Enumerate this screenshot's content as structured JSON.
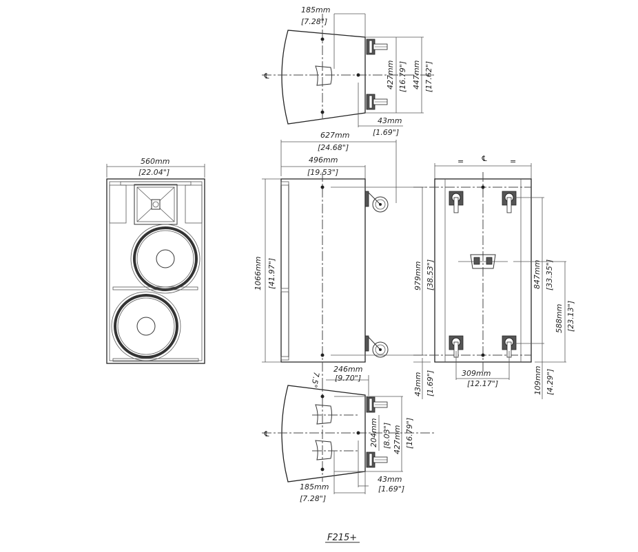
{
  "drawing": {
    "model": "F215+",
    "centerline_symbol": "℄",
    "equal_mark": "="
  },
  "top_view": {
    "depth_offset_mm": "185mm",
    "depth_offset_in": "[7.28\"]",
    "inner_width_mm": "427mm",
    "inner_width_in": "[16.79\"]",
    "outer_width_mm": "447mm",
    "outer_width_in": "[17.62\"]",
    "caster_offset_mm": "43mm",
    "caster_offset_in": "[1.69\"]"
  },
  "front_view": {
    "width_mm": "560mm",
    "width_in": "[22.04\"]"
  },
  "side_view": {
    "total_depth_mm": "627mm",
    "total_depth_in": "[24.68\"]",
    "cabinet_depth_mm": "496mm",
    "cabinet_depth_in": "[19.53\"]",
    "height_mm": "1066mm",
    "height_in": "[41.97\"]",
    "rigging_span_mm": "979mm",
    "rigging_span_in": "[38.53\"]",
    "bottom_offset_mm": "43mm",
    "bottom_offset_in": "[1.69\"]",
    "rigging_depth_mm": "246mm",
    "rigging_depth_in": "[9.70\"]",
    "angle": "7.5°"
  },
  "rear_view": {
    "caster_span_mm": "847mm",
    "caster_span_in": "[33.35\"]",
    "connector_height_mm": "588mm",
    "connector_height_in": "[23.13\"]",
    "caster_spacing_mm": "309mm",
    "caster_spacing_in": "[12.17\"]",
    "bottom_mm": "109mm",
    "bottom_in": "[4.29\"]"
  },
  "bottom_view": {
    "horn_spacing_mm": "204mm",
    "horn_spacing_in": "[8.03\"]",
    "inner_width_mm": "427mm",
    "inner_width_in": "[16.79\"]",
    "caster_offset_mm": "43mm",
    "caster_offset_in": "[1.69\"]",
    "depth_offset_mm": "185mm",
    "depth_offset_in": "[7.28\"]"
  }
}
